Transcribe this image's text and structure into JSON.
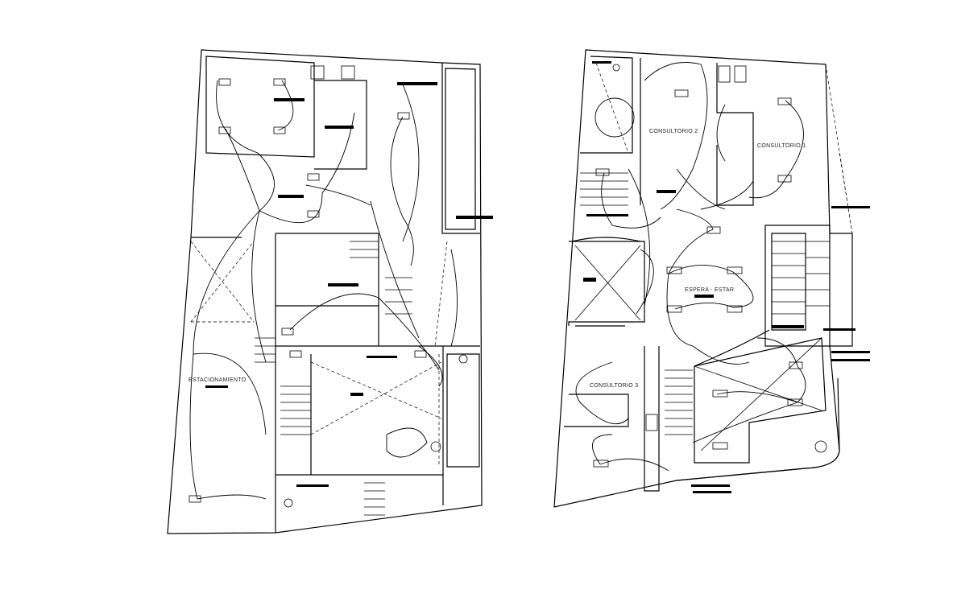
{
  "drawing": {
    "plans": [
      {
        "rooms": [
          {
            "label": "ESTACIONAMIENTO"
          }
        ]
      },
      {
        "rooms": [
          {
            "label": "CONSULTORIO 2"
          },
          {
            "label": "CONSULTORIO 1"
          },
          {
            "label": "ESPERA - ESTAR"
          },
          {
            "label": "CONSULTORIO 3"
          }
        ]
      }
    ],
    "colors": {
      "line": "#000000",
      "background": "#ffffff"
    }
  }
}
